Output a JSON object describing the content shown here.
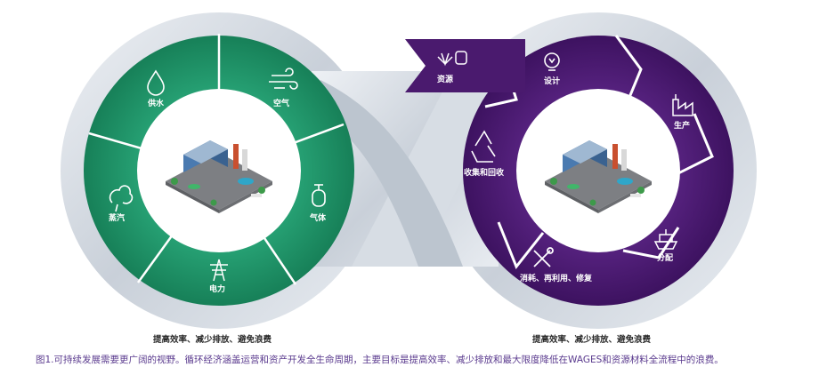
{
  "left_loop": {
    "segments": [
      "供水",
      "空气",
      "气体",
      "电力",
      "蒸汽"
    ],
    "caption": "提高效率、减少排放、避免浪费",
    "color": "#1f8f66"
  },
  "right_loop": {
    "segments": [
      "资源",
      "设计",
      "生产",
      "分配",
      "消耗、再利用、修复",
      "收集和回收"
    ],
    "caption": "提高效率、减少排放、避免浪费",
    "color": "#4a1a6e"
  },
  "figure_caption": "图1.可持续发展需要更广阔的视野。循环经济涵盖运营和资产开发全生命周期，主要目标是提高效率、减少排放和最大限度降低在WAGES和资源材料全流程中的浪费。",
  "icons": [
    "water-drop-icon",
    "wind-icon",
    "gas-cylinder-icon",
    "power-tower-icon",
    "steam-icon",
    "resources-icon",
    "lightbulb-icon",
    "factory-icon",
    "ship-icon",
    "tools-icon",
    "recycle-icon"
  ]
}
